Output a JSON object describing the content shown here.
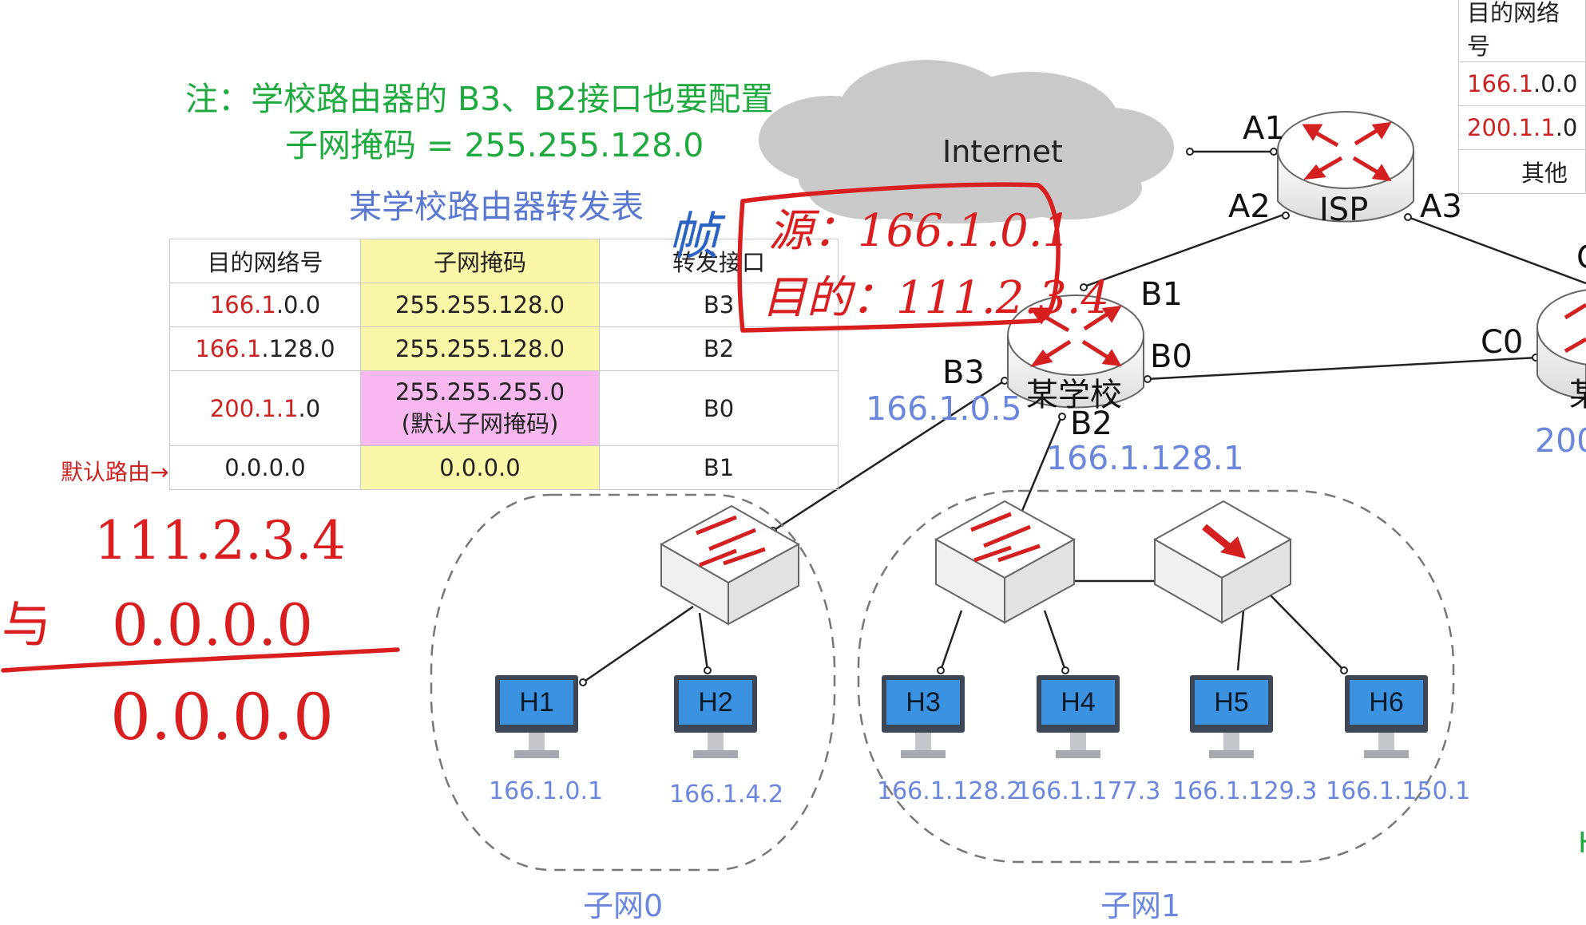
{
  "notes": {
    "line1": "注：学校路由器的 B3、B2接口也要配置",
    "line2": "子网掩码 = 255.255.128.0"
  },
  "table_title": "某学校路由器转发表",
  "routing_table": {
    "headers": [
      "目的网络号",
      "子网掩码",
      "转发接口"
    ],
    "rows": [
      {
        "net_red": "166.1",
        "net_rest": ".0.0",
        "mask": "255.255.128.0",
        "mask2": "",
        "iface": "B3"
      },
      {
        "net_red": "166.1",
        "net_rest": ".128.0",
        "mask": "255.255.128.0",
        "mask2": "",
        "iface": "B2"
      },
      {
        "net_red": "200.1.1",
        "net_rest": ".0",
        "mask": "255.255.255.0",
        "mask2": "(默认子网掩码)",
        "iface": "B0"
      },
      {
        "net_red": "",
        "net_rest": "0.0.0.0",
        "mask": "0.0.0.0",
        "mask2": "",
        "iface": "B1"
      }
    ],
    "default_route_label": "默认路由→"
  },
  "isp_table": {
    "header": "目的网络号",
    "rows": [
      {
        "red": "166.1",
        "rest": ".0.0"
      },
      {
        "red": "200.1.1",
        "rest": ".0"
      },
      {
        "red": "",
        "rest": "其他"
      }
    ]
  },
  "network": {
    "internet": "Internet",
    "isp": "ISP",
    "school": "某学校",
    "other_partial": "某",
    "ports": {
      "A1": "A1",
      "A2": "A2",
      "A3": "A3",
      "B0": "B0",
      "B1": "B1",
      "B2": "B2",
      "B3": "B3",
      "C0": "C0",
      "C_partial": "C"
    },
    "b3_ip": "166.1.0.5",
    "b2_ip": "166.1.128.1",
    "c0_ip_partial": "200",
    "subnet0": "子网0",
    "subnet1": "子网1",
    "right_edge_partial": "H"
  },
  "hosts": [
    {
      "name": "H1",
      "ip": "166.1.0.1"
    },
    {
      "name": "H2",
      "ip": "166.1.4.2"
    },
    {
      "name": "H3",
      "ip": "166.1.128.2"
    },
    {
      "name": "H4",
      "ip": "166.1.177.3"
    },
    {
      "name": "H5",
      "ip": "166.1.129.3"
    },
    {
      "name": "H6",
      "ip": "166.1.150.1"
    }
  ],
  "handwriting": {
    "frame_label": "帧",
    "src": "源：166.1.0.1",
    "dst": "目的：111.2.3.4",
    "calc_line1": "111.2.3.4",
    "calc_op": "与",
    "calc_line2": "0.0.0.0",
    "calc_result": "0.0.0.0"
  },
  "colors": {
    "note_green": "#1faa3f",
    "title_blue": "#5b78d0",
    "net_red": "#cc2222",
    "ip_blue": "#6a86dd",
    "mask_yellow": "#fbf7a8",
    "mask_pink": "#f7b8f0",
    "ink_red": "#d81e1e"
  }
}
